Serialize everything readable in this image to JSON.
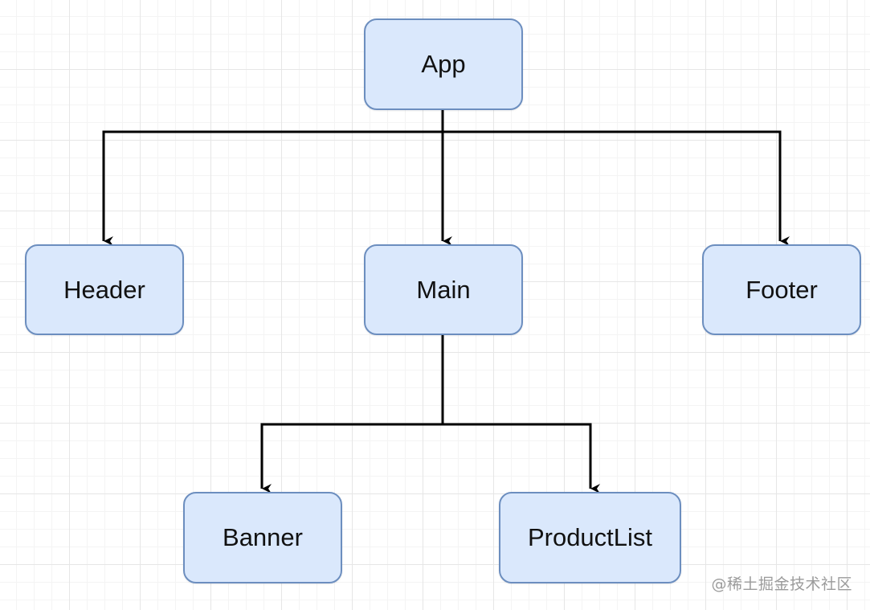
{
  "diagram": {
    "nodes": [
      {
        "id": "app",
        "label": "App"
      },
      {
        "id": "header",
        "label": "Header"
      },
      {
        "id": "main",
        "label": "Main"
      },
      {
        "id": "footer",
        "label": "Footer"
      },
      {
        "id": "banner",
        "label": "Banner"
      },
      {
        "id": "productlist",
        "label": "ProductList"
      }
    ],
    "edges": [
      {
        "from": "App",
        "to": "Header"
      },
      {
        "from": "App",
        "to": "Main"
      },
      {
        "from": "App",
        "to": "Footer"
      },
      {
        "from": "Main",
        "to": "Banner"
      },
      {
        "from": "Main",
        "to": "ProductList"
      }
    ],
    "colors": {
      "node_fill": "#dae8fc",
      "node_border": "#6c8ebf",
      "edge": "#000000"
    }
  },
  "watermark": "@稀土掘金技术社区"
}
